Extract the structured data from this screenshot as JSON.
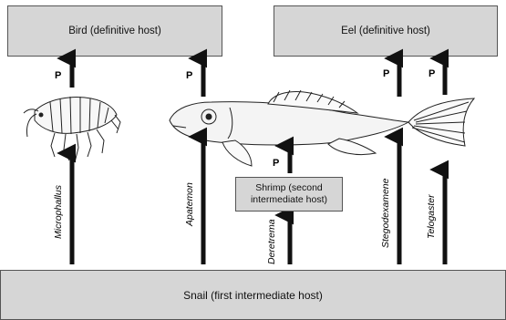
{
  "boxes": {
    "bird": "Bird (definitive host)",
    "eel": "Eel (definitive host)",
    "snail": "Snail (first intermediate host)",
    "shrimp_line1": "Shrimp (second",
    "shrimp_line2": "intermediate host)"
  },
  "arrow_label": "P",
  "parasites": {
    "microphallus": "Microphallus",
    "apatemon": "Apatemon",
    "deretrema": "Deretrema",
    "stegodexamene": "Stegodexamene",
    "telogaster": "Telogaster"
  }
}
